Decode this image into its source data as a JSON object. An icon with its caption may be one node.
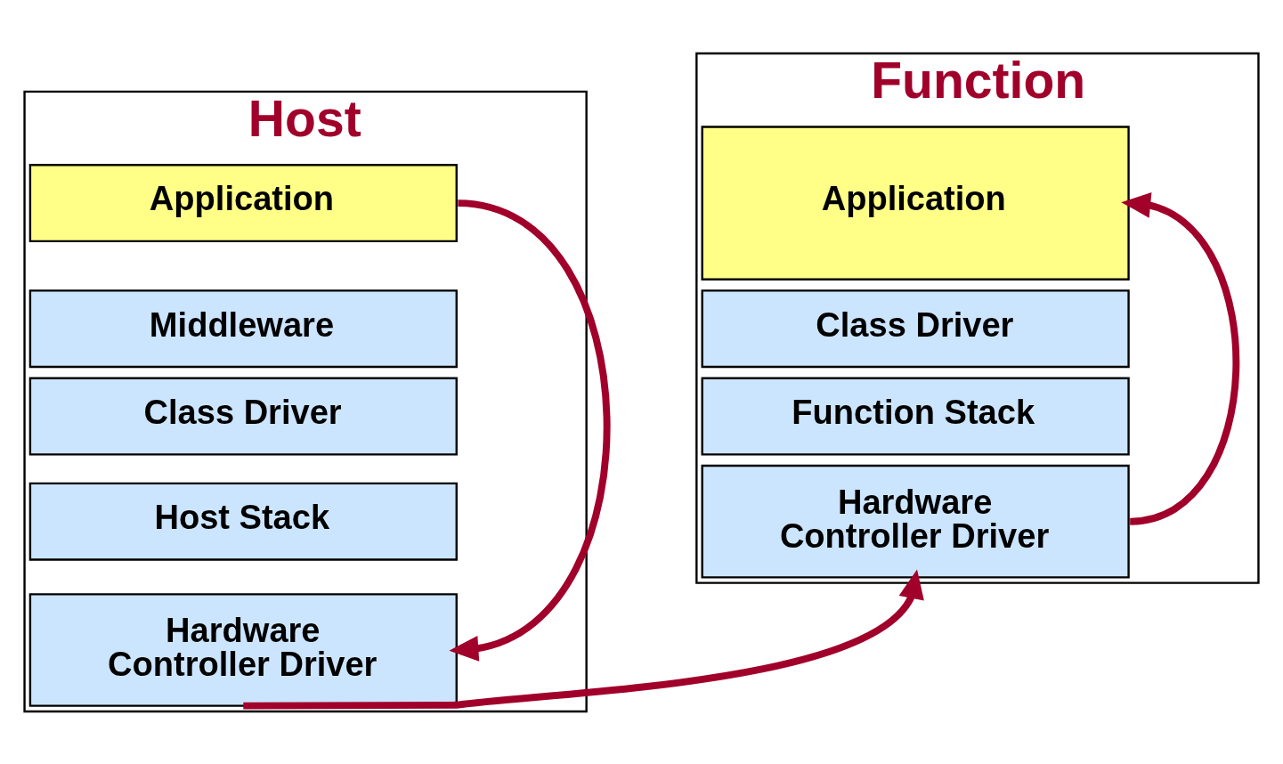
{
  "diagram": {
    "nodes": [
      {
        "text": [
          "Host"
        ]
      },
      {
        "text": [
          "Application"
        ],
        "in": 0
      },
      {
        "text": [
          "Middleware"
        ],
        "in": 0
      },
      {
        "text": [
          "Class Driver"
        ],
        "in": 0
      },
      {
        "text": [
          "Host Stack"
        ],
        "in": 0
      },
      {
        "text": [
          "Hardware Controller Driver"
        ],
        "in": 0
      },
      {
        "text": [
          "Function"
        ]
      },
      {
        "text": [
          "Application"
        ],
        "in": 6
      },
      {
        "text": [
          "Class Driver"
        ],
        "in": 6
      },
      {
        "text": [
          "Function Stack"
        ],
        "in": 6
      },
      {
        "text": [
          "Hardware Controller Driver"
        ],
        "in": 6
      }
    ],
    "edges": [
      {
        "from": 1,
        "to": 5,
        "arrow": "to"
      },
      {
        "from": 5,
        "to": 10,
        "arrow": "to"
      },
      {
        "from": 10,
        "to": 7,
        "arrow": "to"
      }
    ]
  }
}
